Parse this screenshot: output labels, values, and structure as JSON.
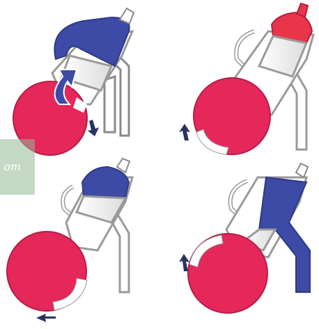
{
  "figure": {
    "panels": [
      {
        "id": "top-left",
        "stroke": "intake",
        "chamber_color": "#3d4aa6",
        "disc_color": "#e6275a",
        "arrow_direction": "down"
      },
      {
        "id": "top-right",
        "stroke": "compression",
        "chamber_color": "#e8e8e8",
        "disc_color": "#e6275a",
        "arrow_direction": "up"
      },
      {
        "id": "bottom-left",
        "stroke": "power",
        "chamber_color": "#3d4aa6",
        "disc_color": "#e6275a",
        "arrow_direction": "left"
      },
      {
        "id": "bottom-right",
        "stroke": "exhaust",
        "chamber_color": "#3d4aa6",
        "disc_color": "#e6275a",
        "arrow_direction": "up"
      }
    ],
    "colors": {
      "blue_charge": "#3d4aa6",
      "red_spark": "#e8354a",
      "crank_disc": "#e6275a",
      "outline": "#9a9a9a",
      "arrow": "#2a3360"
    },
    "watermark_text": "om"
  }
}
